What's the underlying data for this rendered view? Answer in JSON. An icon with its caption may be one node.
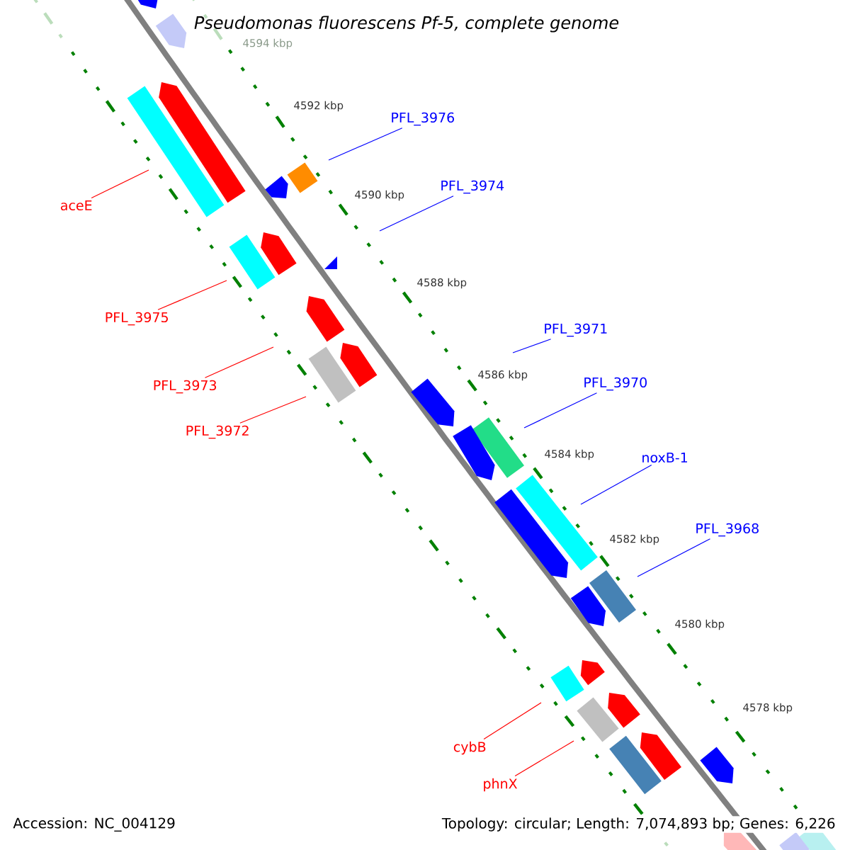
{
  "diagram": {
    "title": "Pseudomonas fluorescens Pf-5, complete genome",
    "nodes": [
      {
        "text": [
          "PFL_3976"
        ]
      },
      {
        "text": [
          "PFL_3974"
        ]
      },
      {
        "text": [
          "aceE"
        ]
      },
      {
        "text": [
          "PFL_3975"
        ]
      },
      {
        "text": [
          "PFL_3971"
        ]
      },
      {
        "text": [
          "PFL_3973"
        ]
      },
      {
        "text": [
          "PFL_3970"
        ]
      },
      {
        "text": [
          "PFL_3972"
        ]
      },
      {
        "text": [
          "noxB-1"
        ]
      },
      {
        "text": [
          "PFL_3968"
        ]
      },
      {
        "text": [
          "cybB"
        ]
      },
      {
        "text": [
          "phnX"
        ]
      }
    ],
    "edges": [
      {
        "from": 0,
        "to": null,
        "arrow": "none",
        "color": "#0000ff"
      },
      {
        "from": 1,
        "to": null,
        "arrow": "none",
        "color": "#0000ff"
      },
      {
        "from": 2,
        "to": null,
        "arrow": "none",
        "color": "#ff0000"
      },
      {
        "from": 3,
        "to": null,
        "arrow": "none",
        "color": "#ff0000"
      },
      {
        "from": 4,
        "to": null,
        "arrow": "none",
        "color": "#0000ff"
      },
      {
        "from": 5,
        "to": null,
        "arrow": "none",
        "color": "#ff0000"
      },
      {
        "from": 6,
        "to": null,
        "arrow": "none",
        "color": "#0000ff"
      },
      {
        "from": 7,
        "to": null,
        "arrow": "none",
        "color": "#ff0000"
      },
      {
        "from": 8,
        "to": null,
        "arrow": "none",
        "color": "#0000ff"
      },
      {
        "from": 9,
        "to": null,
        "arrow": "none",
        "color": "#0000ff"
      },
      {
        "from": 10,
        "to": null,
        "arrow": "none",
        "color": "#ff0000"
      },
      {
        "from": 11,
        "to": null,
        "arrow": "none",
        "color": "#ff0000"
      }
    ],
    "labels": [
      "4594 kbp",
      "4592 kbp",
      "4590 kbp",
      "4588 kbp",
      "4586 kbp",
      "4584 kbp",
      "4582 kbp",
      "4580 kbp",
      "4578 kbp",
      "Accession: NC_004129",
      "Topology: circular; Length: 7,074,893 bp; Genes: 6,226"
    ]
  }
}
